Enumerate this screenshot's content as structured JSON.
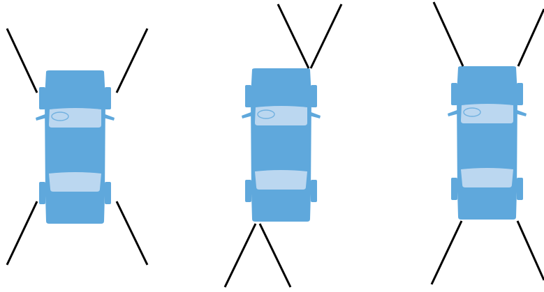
{
  "colors": {
    "background": "#ffffff",
    "car_body": "#5FA8DC",
    "car_window": "#BBD7F0",
    "line": "#000000"
  },
  "diagram": {
    "cars": [
      {
        "id": "car-1",
        "configuration": "lines-diverging-outward"
      },
      {
        "id": "car-2",
        "configuration": "lines-crossing-front-and-rear"
      },
      {
        "id": "car-3",
        "configuration": "lines-mixed"
      }
    ]
  }
}
